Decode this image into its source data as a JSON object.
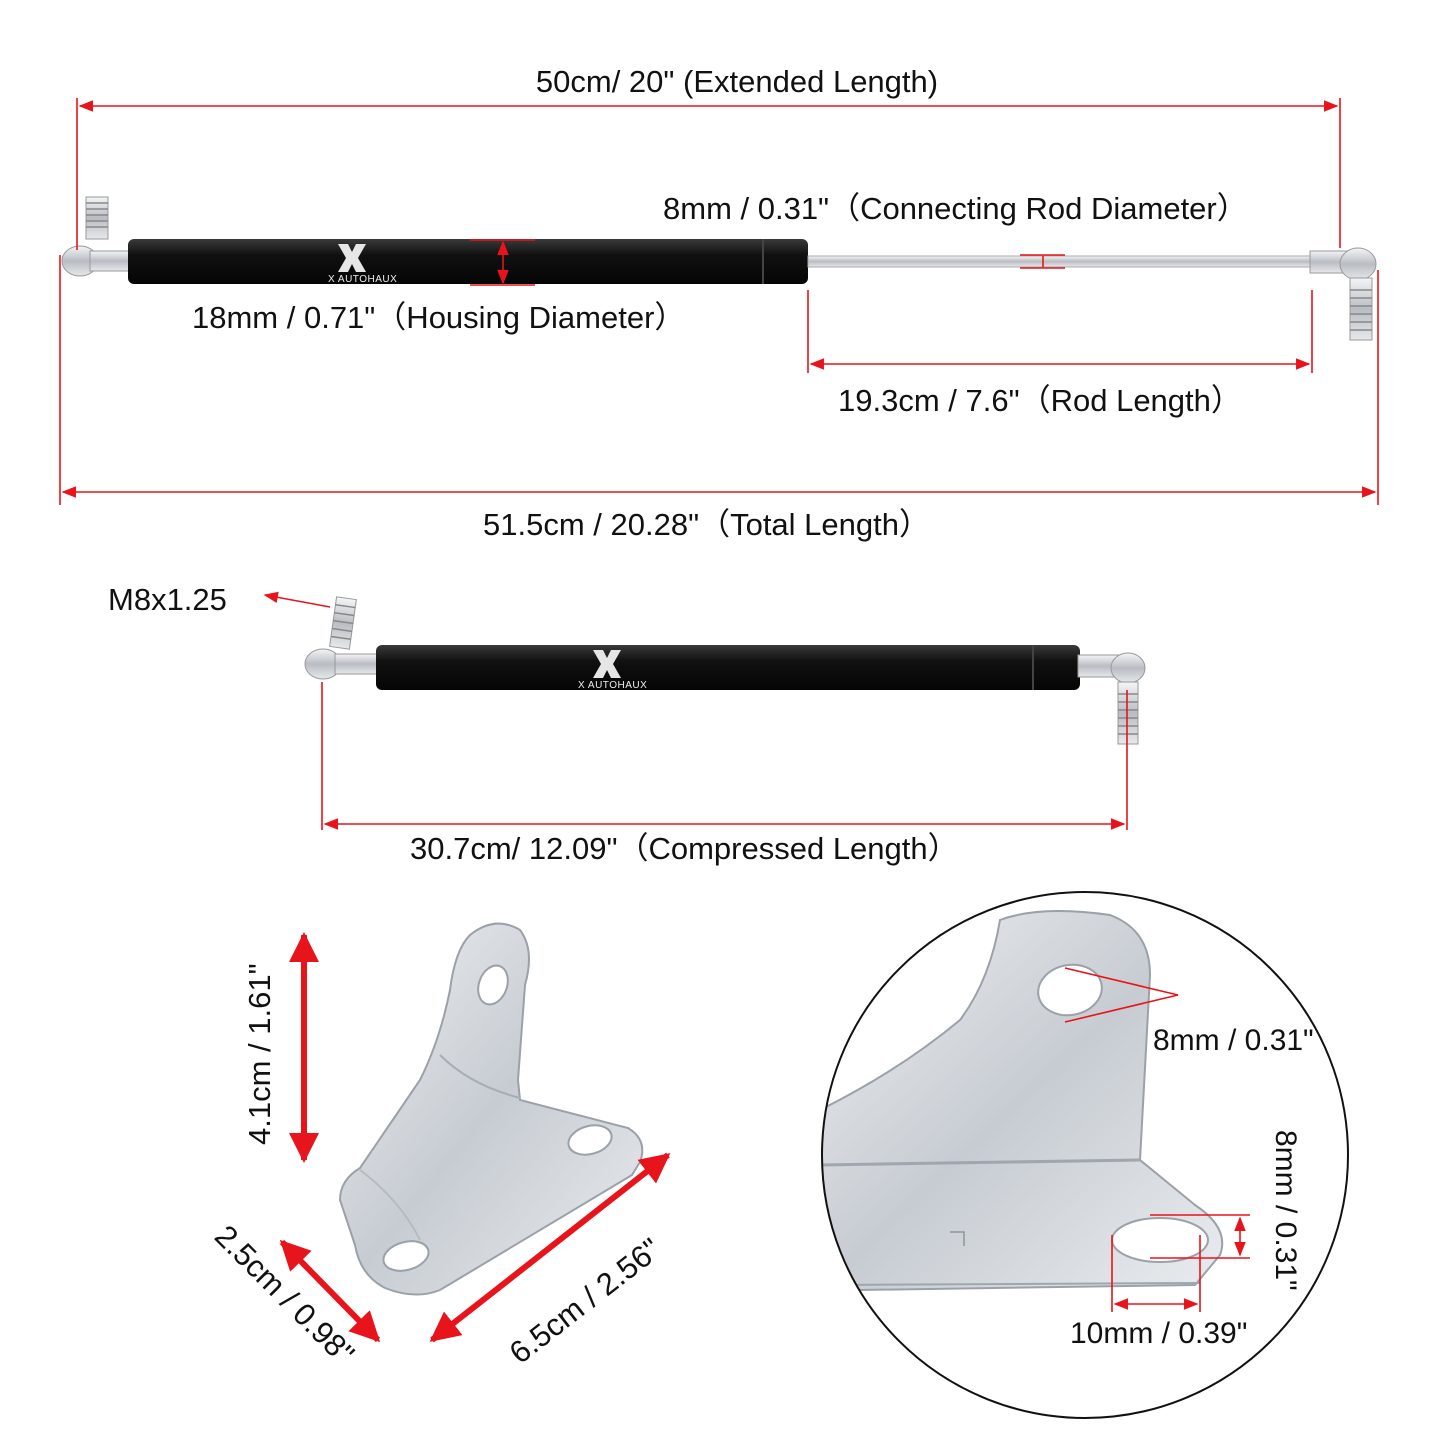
{
  "brand": {
    "logo_text": "X AUTOHAUX",
    "accent_color": "#e8141b"
  },
  "dimensions": {
    "extended_length": "50cm/ 20\" (Extended Length)",
    "rod_diameter": "8mm / 0.31\"（Connecting Rod Diameter）",
    "housing_diameter": "18mm / 0.71\"（Housing Diameter）",
    "rod_length": "19.3cm / 7.6\"（Rod Length）",
    "total_length": "51.5cm / 20.28\"（Total Length）",
    "thread_size": "M8x1.25",
    "compressed_length": "30.7cm/ 12.09\"（Compressed Length）"
  },
  "bracket": {
    "height": "4.1cm / 1.61\"",
    "width": "2.5cm / 0.98\"",
    "length": "6.5cm / 2.56\"",
    "hole_diameter": "8mm / 0.31\"",
    "slot_height": "8mm / 0.31\"",
    "slot_width": "10mm / 0.39\""
  }
}
